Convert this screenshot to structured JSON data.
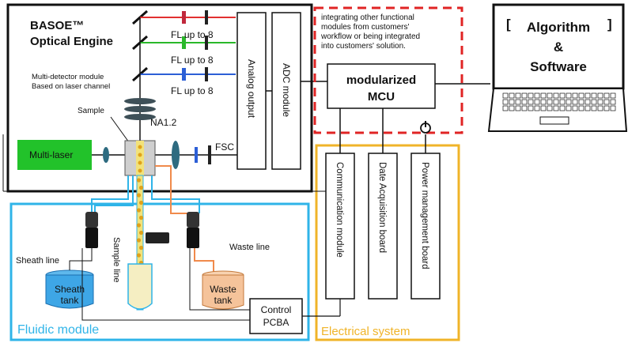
{
  "optical_engine": {
    "title_line1": "BASOE™",
    "title_line2": "Optical Engine"
  },
  "fl_channels": [
    "FL up to 8",
    "FL up to 8",
    "FL up to 8"
  ],
  "detector_note": {
    "line1": "Multi-detector module",
    "line2": "Based on laser channel"
  },
  "sample_label": "Sample",
  "na_label": "NA1.2",
  "fsc_label": "FSC",
  "laser_label": "Multi-laser",
  "analog_output": "Analog output",
  "adc_module": "ADC module",
  "integration_note": {
    "line1": "integrating other functional",
    "line2": "modules from customers'",
    "line3": "workflow or being integrated",
    "line4": "into customers' solution."
  },
  "mcu": {
    "line1": "modularized",
    "line2": "MCU"
  },
  "software": {
    "line1": "Algorithm",
    "line2": "&",
    "line3": "Software"
  },
  "electrical_boards": [
    "Communication module",
    "Date Acquisition board",
    "Power management board"
  ],
  "electrical_label": "Electrical system",
  "fluidic_label": "Fluidic module",
  "sheath_line": "Sheath line",
  "sample_line": "Sample line",
  "waste_line": "Waste line",
  "sheath_tank": {
    "line1": "Sheath",
    "line2": "tank"
  },
  "waste_tank": {
    "line1": "Waste",
    "line2": "tank"
  },
  "control": {
    "line1": "Control",
    "line2": "PCBA"
  },
  "colors": {
    "laser_green": "#22c22a",
    "fluidic_blue": "#2fb4e8",
    "electrical_orange": "#f0b429",
    "dashed_red": "#e02424",
    "sheath_fill": "#3ea6e6",
    "waste_fill": "#f5c39a",
    "beam_red": "#e23030",
    "beam_green": "#2ab82a",
    "beam_blue": "#2c5fd6"
  }
}
